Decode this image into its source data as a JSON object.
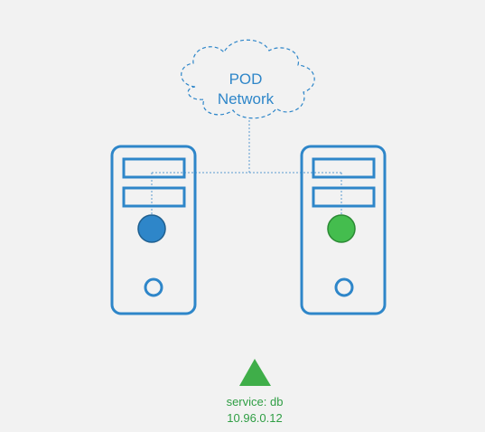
{
  "network": {
    "line1": "POD",
    "line2": "Network"
  },
  "nodes": [
    {
      "pod_color": "#2e86c9",
      "pod_border": "#1f5f8f"
    },
    {
      "pod_color": "#44bd4e",
      "pod_border": "#2b8a34"
    }
  ],
  "service": {
    "name": "service: db",
    "ip": "10.96.0.12",
    "color": "#3fae49"
  },
  "colors": {
    "server_outline": "#2e86c9",
    "connector": "#5a9ad0"
  }
}
